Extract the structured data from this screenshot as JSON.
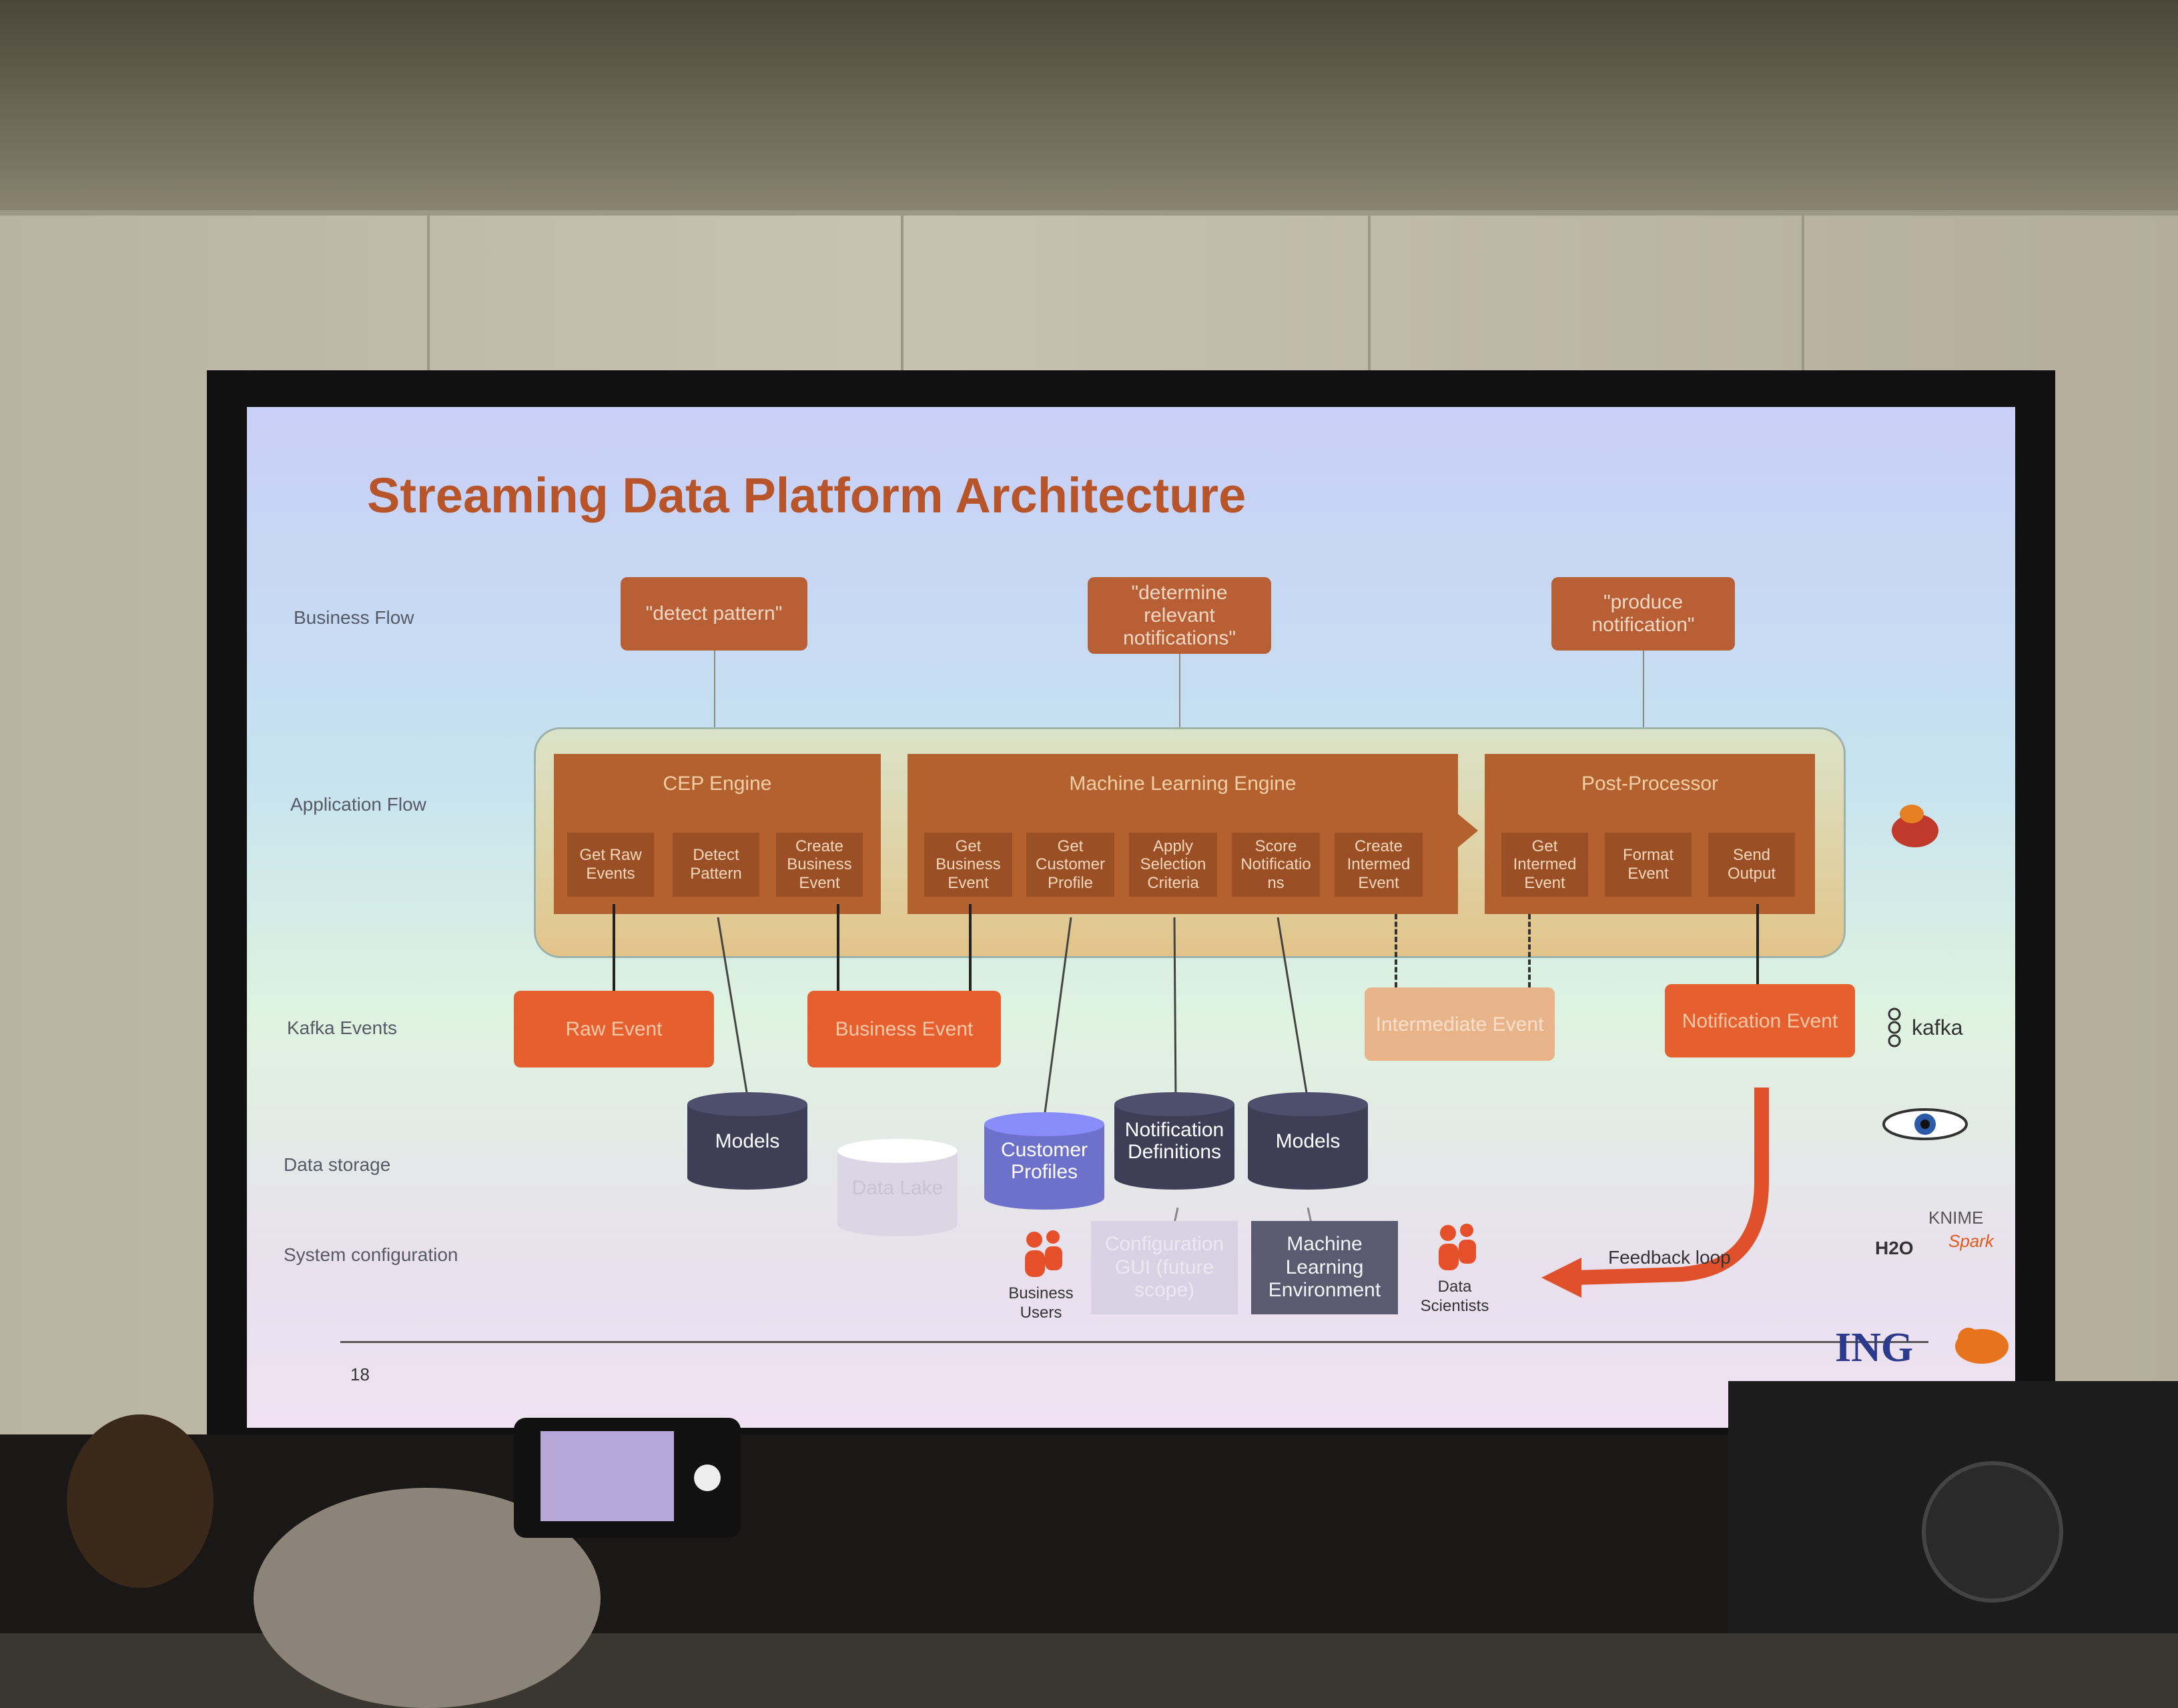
{
  "slide": {
    "title": "Streaming Data Platform Architecture",
    "page_number": "18",
    "logo_text": "ING"
  },
  "row_labels": {
    "business_flow": "Business Flow",
    "application_flow": "Application Flow",
    "kafka_events": "Kafka Events",
    "data_storage": "Data storage",
    "system_configuration": "System configuration"
  },
  "business_flow": {
    "detect": "\"detect pattern\"",
    "determine": "\"determine relevant notifications\"",
    "produce": "\"produce notification\""
  },
  "engines": {
    "cep": {
      "title": "CEP Engine",
      "steps": [
        "Get Raw Events",
        "Detect Pattern",
        "Create Business Event"
      ]
    },
    "ml": {
      "title": "Machine Learning Engine",
      "steps": [
        "Get Business Event",
        "Get Customer Profile",
        "Apply Selection Criteria",
        "Score Notificatio ns",
        "Create Intermed Event"
      ]
    },
    "post": {
      "title": "Post-Processor",
      "steps": [
        "Get Intermed Event",
        "Format Event",
        "Send Output"
      ]
    }
  },
  "kafka_events": {
    "raw": "Raw Event",
    "business": "Business Event",
    "intermediate": "Intermediate Event",
    "notification": "Notification Event"
  },
  "data_storage": {
    "models_1": "Models",
    "data_lake": "Data Lake",
    "customer_profiles": "Customer Profiles",
    "notification_definitions": "Notification Definitions",
    "models_2": "Models"
  },
  "system_configuration": {
    "business_users": "Business Users",
    "config_gui": "Configuration GUI (future scope)",
    "ml_environment": "Machine Learning Environment",
    "data_scientists": "Data Scientists",
    "feedback_loop": "Feedback loop"
  },
  "tech_logos": {
    "kafka": "kafka",
    "knime": "KNIME",
    "h2o": "H2O",
    "spark": "Spark"
  },
  "colors": {
    "title": "#b8542a",
    "engine": "#b3612f",
    "kafka_box": "#e5602e",
    "db_dark": "#3e3f56",
    "db_blue": "#6d71c9",
    "feedback_arrow": "#e0502a"
  }
}
